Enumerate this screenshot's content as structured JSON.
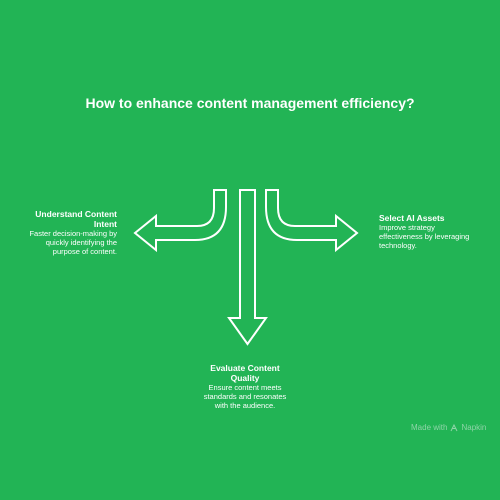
{
  "title": "How to enhance content management efficiency?",
  "left": {
    "heading_line1": "Understand Content",
    "heading_line2": "Intent",
    "desc_line1": "Faster decision-making by",
    "desc_line2": "quickly identifying the",
    "desc_line3": "purpose of content."
  },
  "right": {
    "heading": "Select AI Assets",
    "desc_line1": "Improve strategy",
    "desc_line2": "effectiveness by leveraging",
    "desc_line3": "technology."
  },
  "bottom": {
    "heading_line1": "Evaluate Content",
    "heading_line2": "Quality",
    "desc_line1": "Ensure content meets",
    "desc_line2": "standards and resonates",
    "desc_line3": "with the audience."
  },
  "watermark": {
    "prefix": "Made with",
    "brand": "Napkin"
  },
  "colors": {
    "background": "#22b455",
    "stroke": "#ffffff"
  }
}
